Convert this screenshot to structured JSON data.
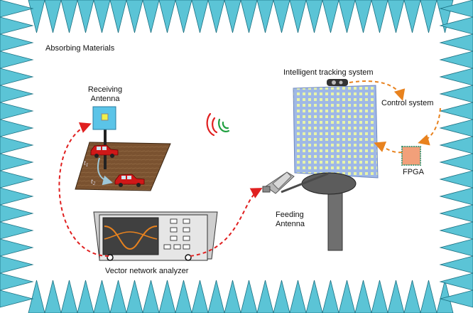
{
  "labels": {
    "absorbing_materials": "Absorbing Materials",
    "receiving_antenna": "Receiving Antenna",
    "intelligent_tracking_system": "Intelligent tracking system",
    "control_system": "Control system",
    "fpga": "FPGA",
    "feeding_antenna": "Feeding Antenna",
    "vector_network_analyzer": "Vector network analyzer",
    "t1": "t",
    "t1_sub": "1",
    "t2": "t",
    "t2_sub": "2"
  },
  "colors": {
    "absorber": "#5bc4d6",
    "absorber_stroke": "#1a6f80",
    "path_arrow": "#e02020",
    "control_arrow": "#e8821e",
    "metasurface": "#9fb8e6",
    "metasurface_cell": "#e8f4a8",
    "ground": "#7a5230",
    "car": "#d01818",
    "fpga": "#f2a07a",
    "vna_screen": "#404040",
    "vna_trace": "#e8821e",
    "wave_red": "#e02020",
    "wave_green": "#20a040"
  }
}
